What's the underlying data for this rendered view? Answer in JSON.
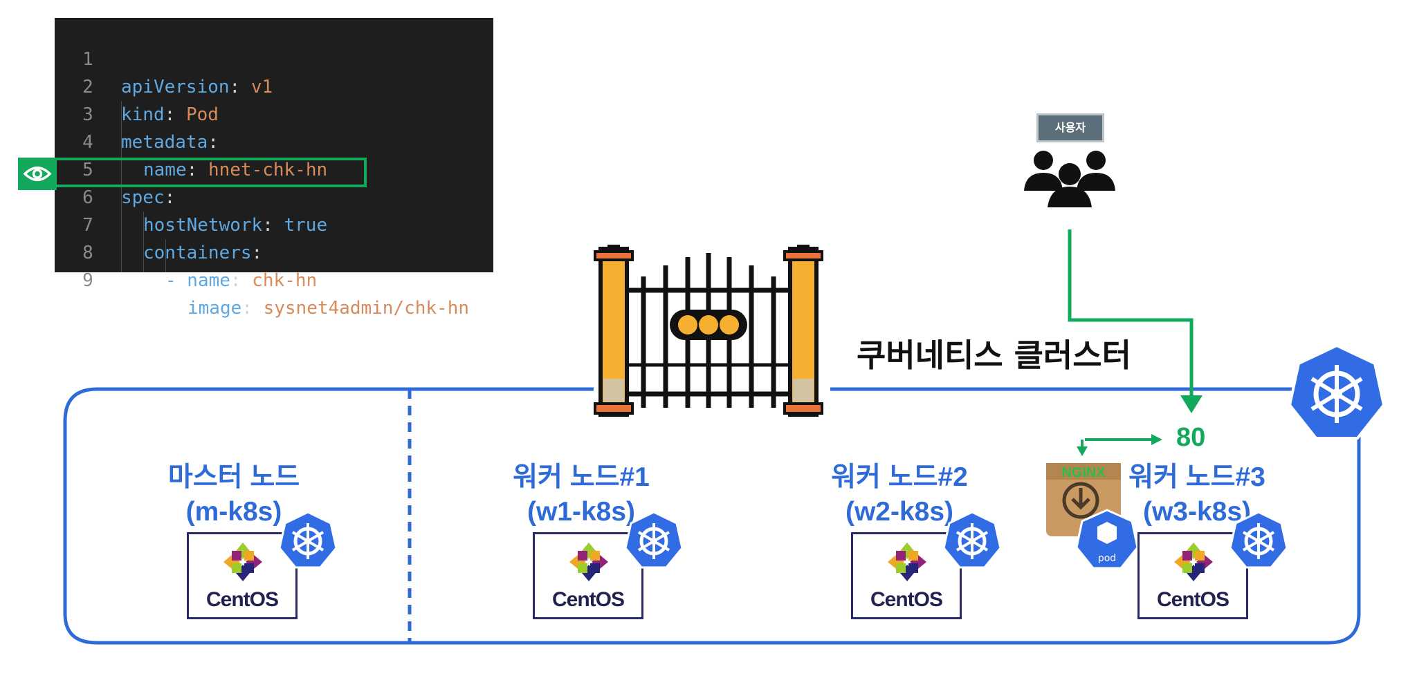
{
  "code": {
    "lines": [
      {
        "num": "1",
        "key": "apiVersion",
        "sep": ": ",
        "val": "v1"
      },
      {
        "num": "2",
        "key": "kind",
        "sep": ": ",
        "val": "Pod"
      },
      {
        "num": "3",
        "key": "metadata",
        "sep": ":",
        "val": ""
      },
      {
        "num": "4",
        "key": "name",
        "sep": ": ",
        "val": "hnet-chk-hn"
      },
      {
        "num": "5",
        "key": "spec",
        "sep": ":",
        "val": ""
      },
      {
        "num": "6",
        "key": "hostNetwork",
        "sep": ": ",
        "val": "true"
      },
      {
        "num": "7",
        "key": "containers",
        "sep": ":",
        "val": ""
      },
      {
        "num": "8",
        "key": "- name",
        "sep": ": ",
        "val": "chk-hn"
      },
      {
        "num": "9",
        "key": "image",
        "sep": ": ",
        "val": "sysnet4admin/chk-hn"
      }
    ]
  },
  "cluster": {
    "title": "쿠버네티스 클러스터",
    "nodes": [
      {
        "name": "마스터 노드",
        "host": "(m-k8s)",
        "os": "CentOS"
      },
      {
        "name": "워커 노드#1",
        "host": "(w1-k8s)",
        "os": "CentOS"
      },
      {
        "name": "워커 노드#2",
        "host": "(w2-k8s)",
        "os": "CentOS"
      },
      {
        "name": "워커 노드#3",
        "host": "(w3-k8s)",
        "os": "CentOS"
      }
    ]
  },
  "user": {
    "label": "사용자"
  },
  "port": "80",
  "pod": {
    "label": "pod",
    "image_label": "NGINX"
  },
  "colors": {
    "accent_blue": "#2e6bd6",
    "k8s_blue": "#326ce5",
    "green": "#13a95c",
    "code_bg": "#1e1e1e"
  }
}
